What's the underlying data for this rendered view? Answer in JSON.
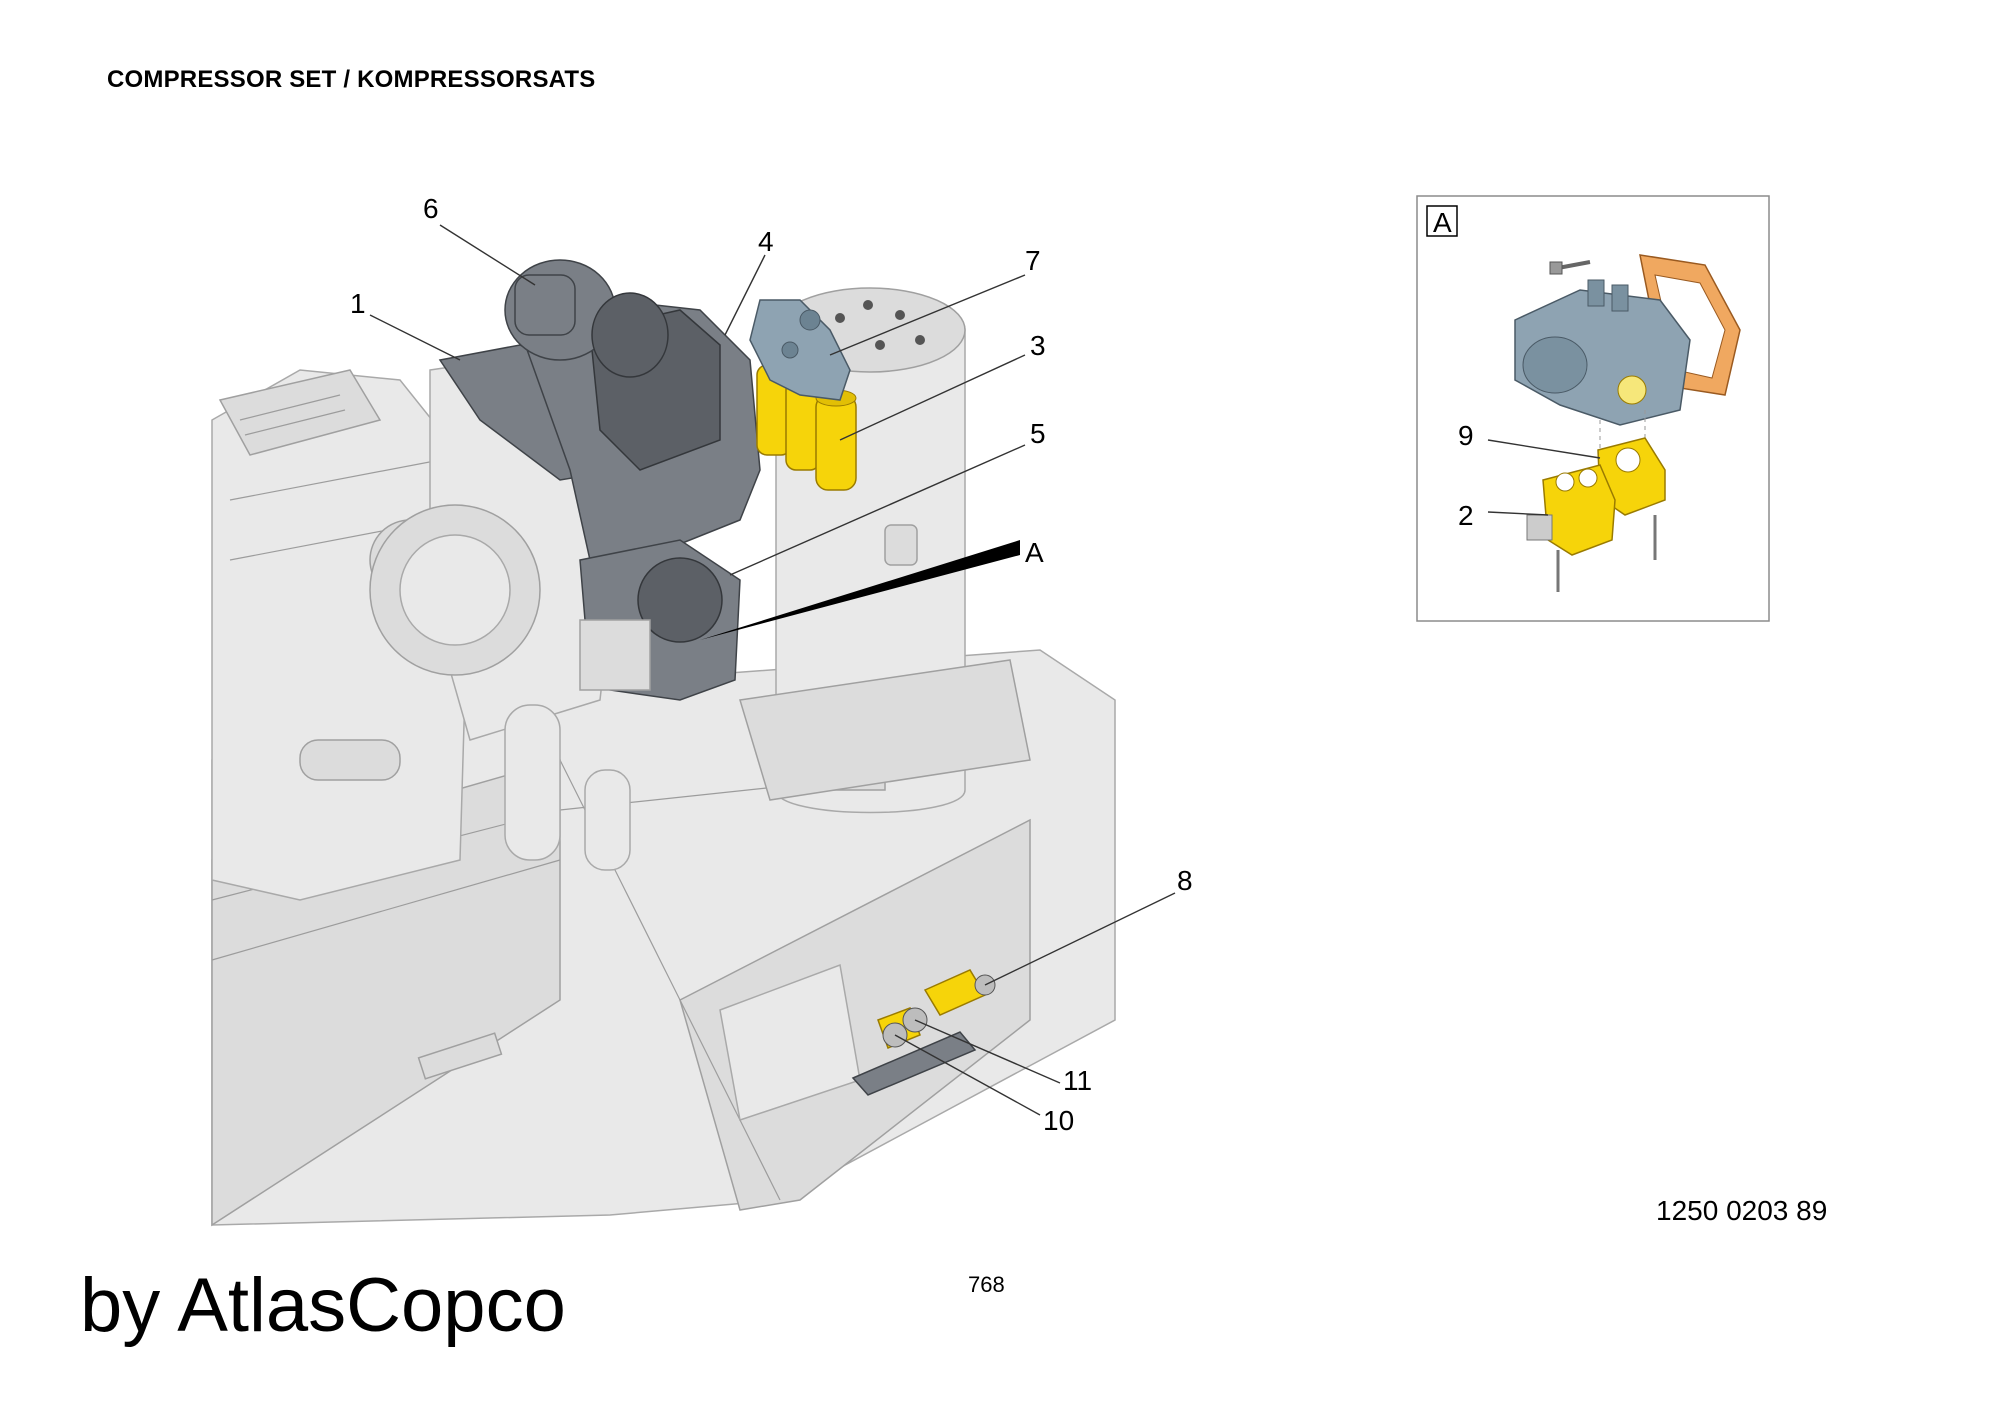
{
  "header": {
    "title": "COMPRESSOR SET / KOMPRESSORSATS"
  },
  "callouts": {
    "c1": "1",
    "c2": "2",
    "c3": "3",
    "c4": "4",
    "c5": "5",
    "c6": "6",
    "c7": "7",
    "c8": "8",
    "c9": "9",
    "c10": "10",
    "c11": "11",
    "cA": "A"
  },
  "detail": {
    "label": "A"
  },
  "footer": {
    "brand": "by AtlasCopco",
    "page_number": "768",
    "document_number": "1250 0203 89"
  },
  "colors": {
    "highlight": "#f6d40a",
    "compressor_gray": "#7a7f86",
    "frame_gray": "#e9e9e9",
    "detail_blue": "#8ea3b2",
    "gasket_orange": "#f0a860"
  }
}
